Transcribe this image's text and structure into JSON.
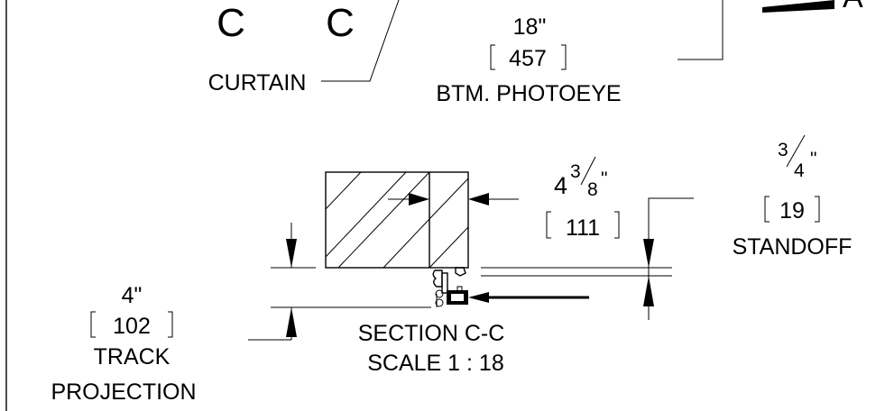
{
  "section_marks": {
    "left": "C",
    "right": "C"
  },
  "curtain_label": "CURTAIN",
  "btm_photoeye": {
    "imperial": "18\"",
    "metric": "457",
    "label": "BTM. PHOTOEYE"
  },
  "view_marker": "A",
  "depth_dim": {
    "whole": "4",
    "numerator": "3",
    "denominator": "8",
    "inch": "\"",
    "metric": "111"
  },
  "standoff": {
    "numerator": "3",
    "denominator": "4",
    "inch": "\"",
    "metric": "19",
    "label": "STANDOFF"
  },
  "track_projection": {
    "imperial": "4\"",
    "metric": "102",
    "label_line1": "TRACK",
    "label_line2": "PROJECTION"
  },
  "section_title": {
    "line1": "SECTION C-C",
    "line2": "SCALE 1 : 18"
  }
}
